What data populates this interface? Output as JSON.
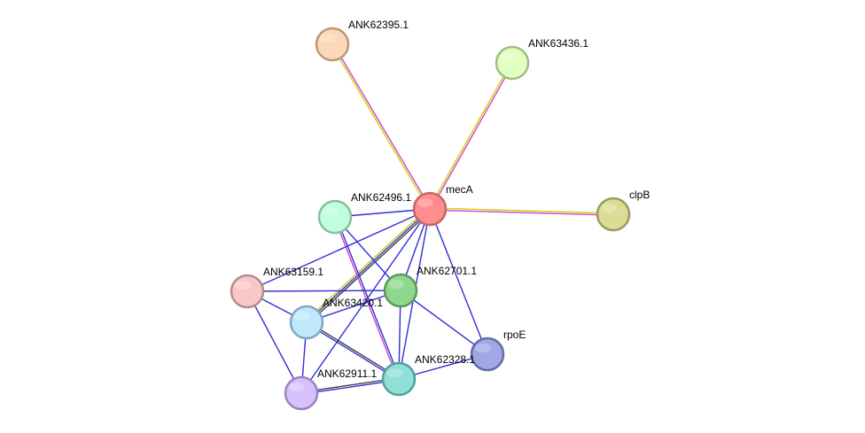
{
  "network": {
    "nodes": [
      {
        "id": "mecA",
        "label": "mecA",
        "fill": "#ff8d8d",
        "stroke": "#c56565"
      },
      {
        "id": "ANK62395.1",
        "label": "ANK62395.1",
        "fill": "#fdd8b8",
        "stroke": "#b89a78"
      },
      {
        "id": "ANK63436.1",
        "label": "ANK63436.1",
        "fill": "#e0ffc0",
        "stroke": "#a2bd82"
      },
      {
        "id": "clpB",
        "label": "clpB",
        "fill": "#dcdc95",
        "stroke": "#9a9a60"
      },
      {
        "id": "ANK62496.1",
        "label": "ANK62496.1",
        "fill": "#c0ffdc",
        "stroke": "#82c09e"
      },
      {
        "id": "ANK63159.1",
        "label": "ANK63159.1",
        "fill": "#f8c8c8",
        "stroke": "#b88a8a"
      },
      {
        "id": "ANK62701.1",
        "label": "ANK62701.1",
        "fill": "#8ed88e",
        "stroke": "#5c9a5c"
      },
      {
        "id": "ANK63420.1",
        "label": "ANK63420.1",
        "fill": "#c0e8fc",
        "stroke": "#82a8c0"
      },
      {
        "id": "rpoE",
        "label": "rpoE",
        "fill": "#a0a8e4",
        "stroke": "#636ca8"
      },
      {
        "id": "ANK62328.1",
        "label": "ANK62328.1",
        "fill": "#90e0d8",
        "stroke": "#50a0a0"
      },
      {
        "id": "ANK62911.1",
        "label": "ANK62911.1",
        "fill": "#d8c0fc",
        "stroke": "#9a82c0"
      }
    ],
    "edges": [
      {
        "source": "mecA",
        "target": "ANK62395.1",
        "colors": [
          "#d0d000",
          "#d040d0"
        ]
      },
      {
        "source": "mecA",
        "target": "ANK63436.1",
        "colors": [
          "#d0d000",
          "#d040d0"
        ]
      },
      {
        "source": "mecA",
        "target": "clpB",
        "colors": [
          "#d0d000",
          "#d040d0"
        ]
      },
      {
        "source": "mecA",
        "target": "ANK62496.1",
        "colors": [
          "#3030d8"
        ]
      },
      {
        "source": "mecA",
        "target": "ANK63159.1",
        "colors": [
          "#3030d8"
        ]
      },
      {
        "source": "mecA",
        "target": "ANK62701.1",
        "colors": [
          "#3030d8"
        ]
      },
      {
        "source": "mecA",
        "target": "ANK63420.1",
        "colors": [
          "#404040",
          "#3030d8",
          "#d0d000"
        ]
      },
      {
        "source": "mecA",
        "target": "rpoE",
        "colors": [
          "#3030d8"
        ]
      },
      {
        "source": "mecA",
        "target": "ANK62328.1",
        "colors": [
          "#3030d8"
        ]
      },
      {
        "source": "mecA",
        "target": "ANK62911.1",
        "colors": [
          "#3030d8"
        ]
      },
      {
        "source": "ANK62496.1",
        "target": "ANK62701.1",
        "colors": [
          "#3030d8"
        ]
      },
      {
        "source": "ANK62496.1",
        "target": "ANK62328.1",
        "colors": [
          "#3030d8",
          "#d040d0"
        ]
      },
      {
        "source": "ANK63159.1",
        "target": "ANK62701.1",
        "colors": [
          "#3030d8"
        ]
      },
      {
        "source": "ANK63159.1",
        "target": "ANK63420.1",
        "colors": [
          "#3030d8"
        ]
      },
      {
        "source": "ANK63159.1",
        "target": "ANK62911.1",
        "colors": [
          "#3030d8"
        ]
      },
      {
        "source": "ANK62701.1",
        "target": "ANK63420.1",
        "colors": [
          "#3030d8"
        ]
      },
      {
        "source": "ANK62701.1",
        "target": "rpoE",
        "colors": [
          "#3030d8"
        ]
      },
      {
        "source": "ANK62701.1",
        "target": "ANK62328.1",
        "colors": [
          "#3030d8"
        ]
      },
      {
        "source": "ANK63420.1",
        "target": "ANK62328.1",
        "colors": [
          "#404040",
          "#3030d8"
        ]
      },
      {
        "source": "ANK63420.1",
        "target": "ANK62911.1",
        "colors": [
          "#3030d8"
        ]
      },
      {
        "source": "ANK62911.1",
        "target": "ANK62328.1",
        "colors": [
          "#404040",
          "#3030d8"
        ]
      },
      {
        "source": "ANK62328.1",
        "target": "rpoE",
        "colors": [
          "#3030d8"
        ]
      }
    ]
  }
}
